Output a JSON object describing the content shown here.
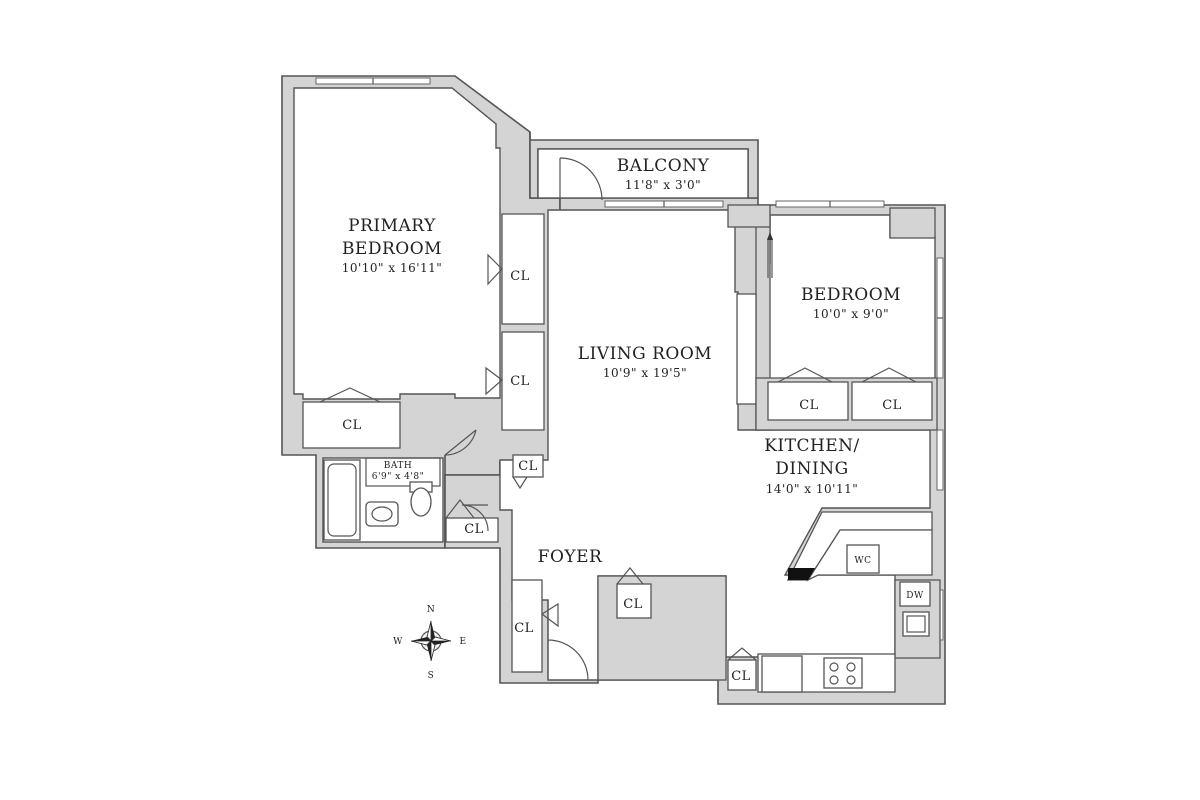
{
  "rooms": {
    "balcony": {
      "name": "BALCONY",
      "dims": "11'8\" x 3'0\""
    },
    "primary_bedroom": {
      "name_line1": "PRIMARY",
      "name_line2": "BEDROOM",
      "dims": "10'10\" x 16'11\""
    },
    "living_room": {
      "name": "LIVING ROOM",
      "dims": "10'9\" x 19'5\""
    },
    "bedroom": {
      "name": "BEDROOM",
      "dims": "10'0\" x 9'0\""
    },
    "kitchen_dining": {
      "name_line1": "KITCHEN/",
      "name_line2": "DINING",
      "dims": "14'0\" x 10'11\""
    },
    "bath": {
      "name": "BATH",
      "dims": "6'9\" x 4'8\""
    },
    "foyer": {
      "name": "FOYER"
    }
  },
  "closets": {
    "label": "CL",
    "wc_label": "WC",
    "dw_label": "DW"
  },
  "compass": {
    "n": "N",
    "s": "S",
    "e": "E",
    "w": "W"
  },
  "colors": {
    "wall": "#d4d4d4",
    "line": "#555555",
    "text": "#222222"
  }
}
